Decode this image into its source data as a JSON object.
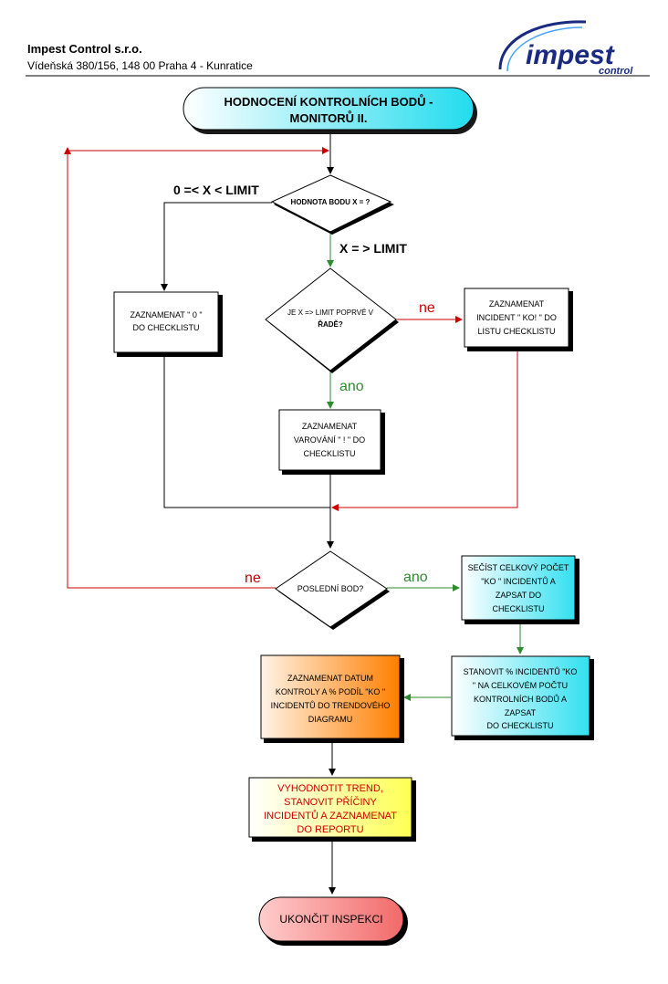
{
  "header": {
    "company_name": "Impest Control s.r.o.",
    "address": "Vídeňská 380/156, 148 00 Praha 4 - Kunratice",
    "logo_word": "impest",
    "logo_sub": "control"
  },
  "flowchart": {
    "title": [
      "HODNOCENÍ KONTROLNÍCH BODŮ -",
      "MONITORŮ II."
    ],
    "decision_value": "HODNOTA BODU X = ?",
    "label_below_limit": "0 =< X < LIMIT",
    "label_above_limit": "X = > LIMIT",
    "box_zero": [
      "ZAZNAMENAT  \" 0 \"",
      "DO CHECKLISTU"
    ],
    "decision_first": [
      "JE X => LIMIT POPRVÉ V",
      "ŘADĚ?"
    ],
    "label_ne_1": "ne",
    "label_ano_1": "ano",
    "box_ko": [
      "ZAZNAMENAT",
      "INCIDENT  \" KO! \" DO",
      "LISTU CHECKLISTU"
    ],
    "box_warning": [
      "ZAZNAMENAT",
      "VAROVÁNÍ  \" ! \" DO",
      "CHECKLISTU"
    ],
    "decision_last": "POSLEDNÍ BOD?",
    "label_ne_2": "ne",
    "label_ano_2": "ano",
    "box_sum": [
      "SEČÍST CELKOVÝ POČET",
      "\"KO \" INCIDENTŮ A",
      "ZAPSAT DO",
      "CHECKLISTU"
    ],
    "box_percent": [
      "STANOVIT %  INCIDENTŮ \"KO",
      "\" NA CELKOVÉM POČTU",
      "KONTROLNÍCH BODŮ A",
      "ZAPSAT",
      "DO CHECKLISTU"
    ],
    "box_trend_record": [
      "ZAZNAMENAT DATUM",
      "KONTROLY A  % PODÍL \"KO \"",
      "INCIDENTŮ DO TRENDOVÉHO",
      "DIAGRAMU"
    ],
    "box_evaluate": [
      "VYHODNOTIT TREND,",
      "STANOVIT PŘÍČINY",
      "INCIDENTŮ A ZAZNAMENAT",
      "DO REPORTU"
    ],
    "end": "UKONČIT INSPEKCI"
  },
  "colors": {
    "red_line": "#cc0000",
    "green_line": "#2e8b2e",
    "black_line": "#000000",
    "cyan_fill": "#33e0f0",
    "orange_fill": "#ff8c1a",
    "yellow_fill": "#ffff66",
    "pink_fill": "#f77a7a",
    "logo_blue": "#1a2a80"
  }
}
